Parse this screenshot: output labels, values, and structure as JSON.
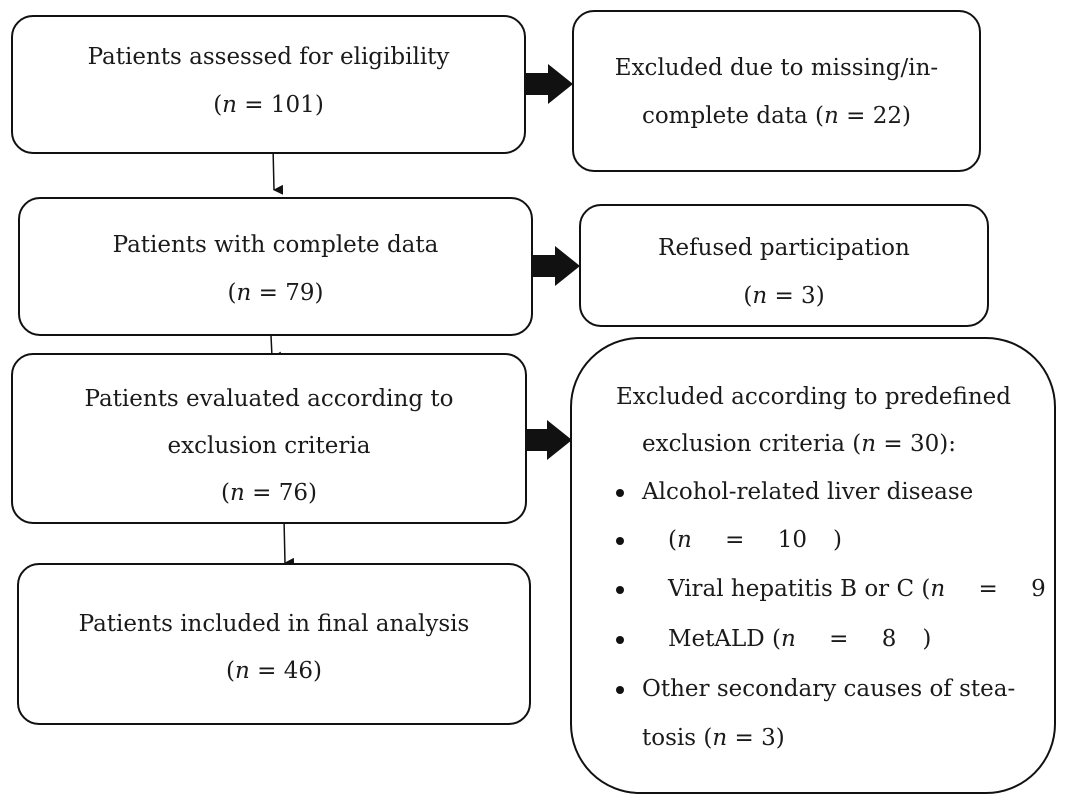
{
  "boxes": {
    "assessed": {
      "line1": "Patients assessed for eligibility",
      "n": "101"
    },
    "excluded_missing": {
      "line1": "Excluded due to missing/in-",
      "line2_pre": "complete data (",
      "n": "22",
      "line2_post": ")"
    },
    "complete": {
      "line1": "Patients with complete data",
      "n": "79"
    },
    "refused": {
      "line1": "Refused participation",
      "n": "3"
    },
    "evaluated": {
      "line1": "Patients evaluated according to",
      "line2": "exclusion criteria",
      "n": "76"
    },
    "final": {
      "line1": "Patients included in final analysis",
      "n": "46"
    },
    "excluded_criteria": {
      "line1": "Excluded according to predefined",
      "line2_pre": "exclusion criteria (",
      "n": "30",
      "line2_post": "):",
      "items": [
        {
          "text": "Alcohol-related liver disease"
        },
        {
          "pre": "(",
          "n": "10",
          "post": ")"
        },
        {
          "pre": "Viral hepatitis B or C (",
          "n": "9",
          "post": ")"
        },
        {
          "pre": "MetALD (",
          "n": "8",
          "post": ")"
        },
        {
          "text": "Other secondary causes of stea-"
        },
        {
          "pre": "tosis (",
          "n": "3",
          "post": ")"
        }
      ]
    }
  },
  "symbols": {
    "n_var": "n",
    "eq": " = "
  }
}
